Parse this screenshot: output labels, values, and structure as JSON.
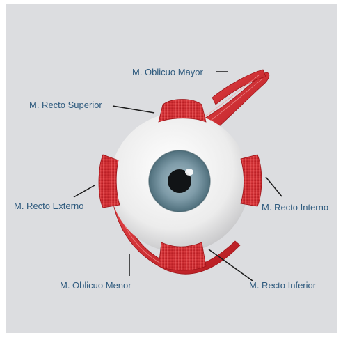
{
  "labels": {
    "oblicuo_mayor": "M. Oblicuo Mayor",
    "recto_superior": "M. Recto Superior",
    "recto_externo": "M. Recto Externo",
    "recto_interno": "M. Recto Interno",
    "oblicuo_menor": "M. Oblicuo Menor",
    "recto_inferior": "M. Recto Inferior"
  },
  "colors": {
    "background": "#dcdde0",
    "muscle": "#d9262b",
    "label_text": "#2e5a7e",
    "leader_line": "#1a1a1a",
    "iris": "#7d9aa8",
    "sclera": "#f2f2f2"
  }
}
